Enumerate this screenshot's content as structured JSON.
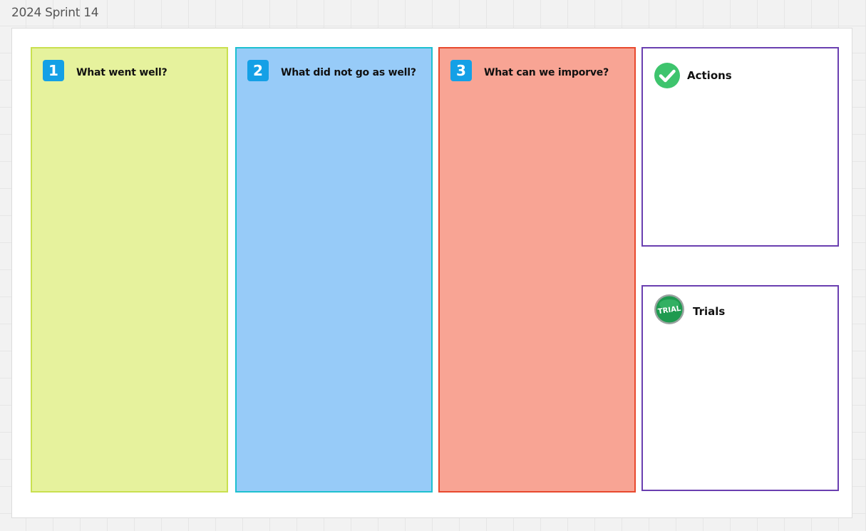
{
  "board": {
    "frame_title": "2024 Sprint 14"
  },
  "columns": [
    {
      "number": "1",
      "title": "What went well?",
      "fill": "#e6f29d",
      "border": "#c9e04f"
    },
    {
      "number": "2",
      "title": "What did not go as well?",
      "fill": "#97cbf8",
      "border": "#1ec0d0"
    },
    {
      "number": "3",
      "title": "What can we imporve?",
      "fill": "#f8a494",
      "border": "#e8492e"
    }
  ],
  "side_boxes": {
    "actions": {
      "title": "Actions",
      "icon": "check-circle-icon",
      "icon_color": "#3ec46d"
    },
    "trials": {
      "title": "Trials",
      "icon": "trial-badge-icon",
      "icon_color": "#1e9a4f",
      "icon_text": "TRIAL"
    }
  },
  "colors": {
    "badge": "#14a0e6",
    "side_border": "#6a3fb0"
  }
}
